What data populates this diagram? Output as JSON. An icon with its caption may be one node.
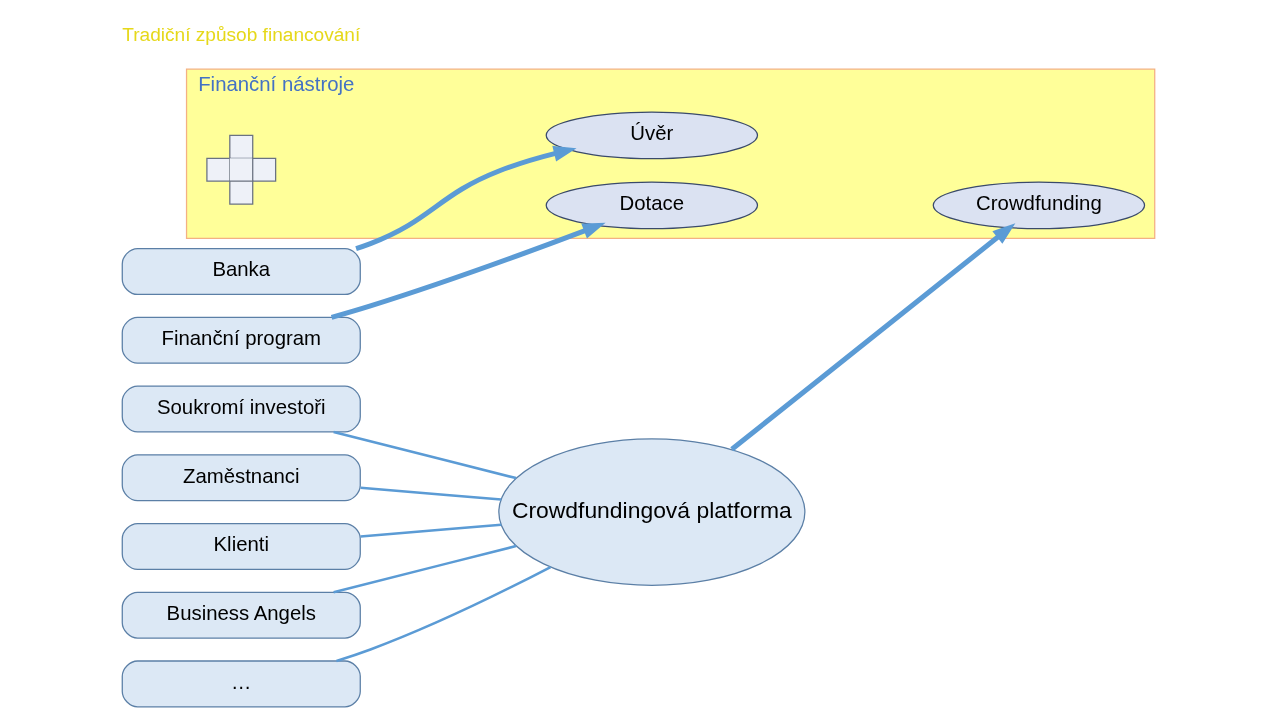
{
  "diagram": {
    "nodes": [
      {
        "text": [
          "Soukromí investoři"
        ]
      },
      {
        "text": [
          "Zaměstnanci"
        ]
      },
      {
        "text": [
          "Klienti"
        ]
      },
      {
        "text": [
          "Business Angels"
        ]
      },
      {
        "text": [
          "…"
        ]
      },
      {
        "text": [
          "Crowdfundingová platforma"
        ]
      },
      {
        "text": [
          "Finanční nástroje"
        ]
      },
      {
        "text": [
          "Crowdfunding"
        ],
        "in": 6
      },
      {
        "text": [],
        "shape": "plus",
        "in": 6
      },
      {
        "text": [
          "Úvěr"
        ],
        "in": 6
      },
      {
        "text": [
          "Dotace"
        ],
        "in": 6
      },
      {
        "text": [
          "Banka"
        ]
      },
      {
        "text": [
          "Finanční program"
        ]
      }
    ],
    "edges": [
      {
        "from": 0,
        "to": 5,
        "arrow": "none"
      },
      {
        "from": 1,
        "to": 5,
        "arrow": "none"
      },
      {
        "from": 2,
        "to": 5,
        "arrow": "none"
      },
      {
        "from": 3,
        "to": 5,
        "arrow": "none"
      },
      {
        "from": 4,
        "to": 5,
        "arrow": "none"
      },
      {
        "from": 5,
        "to": 7,
        "arrow": "to",
        "style": "thick"
      },
      {
        "from": 11,
        "to": 9,
        "arrow": "to",
        "style": "thick"
      },
      {
        "from": 12,
        "to": 10,
        "arrow": "to",
        "style": "thick"
      }
    ],
    "labels": [
      "Tradiční způsob financování"
    ]
  }
}
